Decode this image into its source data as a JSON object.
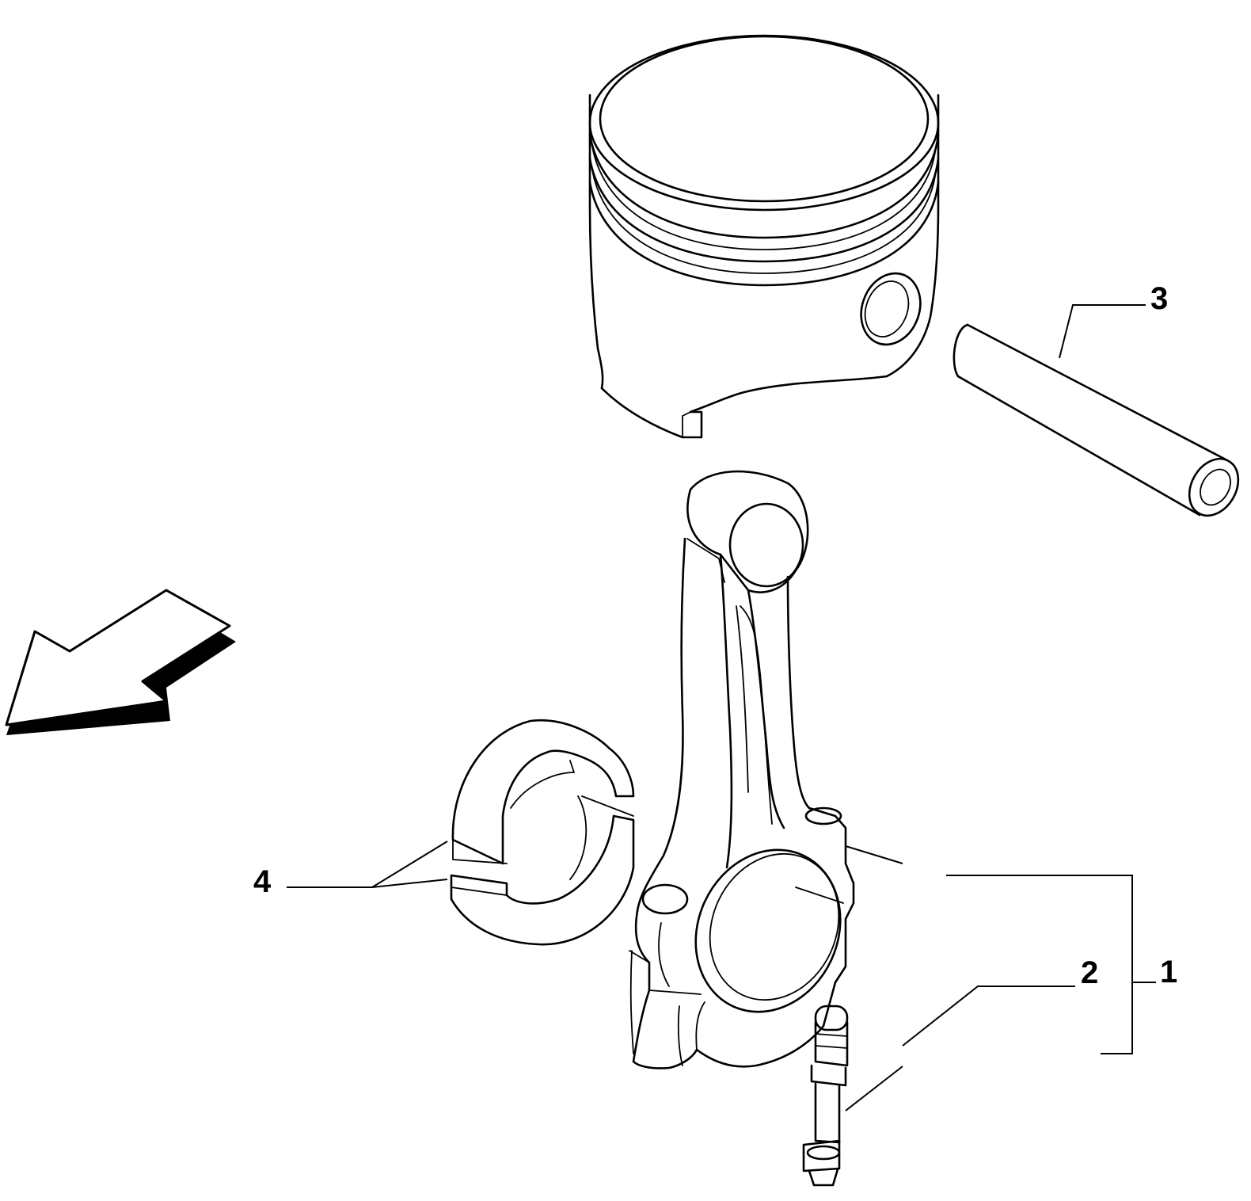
{
  "callouts": [
    {
      "id": "1",
      "label": "1"
    },
    {
      "id": "2",
      "label": "2"
    },
    {
      "id": "3",
      "label": "3"
    },
    {
      "id": "4",
      "label": "4"
    }
  ],
  "icons": {
    "direction_arrow": "direction-arrow-icon"
  },
  "colors": {
    "line": "#000000",
    "background": "#ffffff"
  }
}
